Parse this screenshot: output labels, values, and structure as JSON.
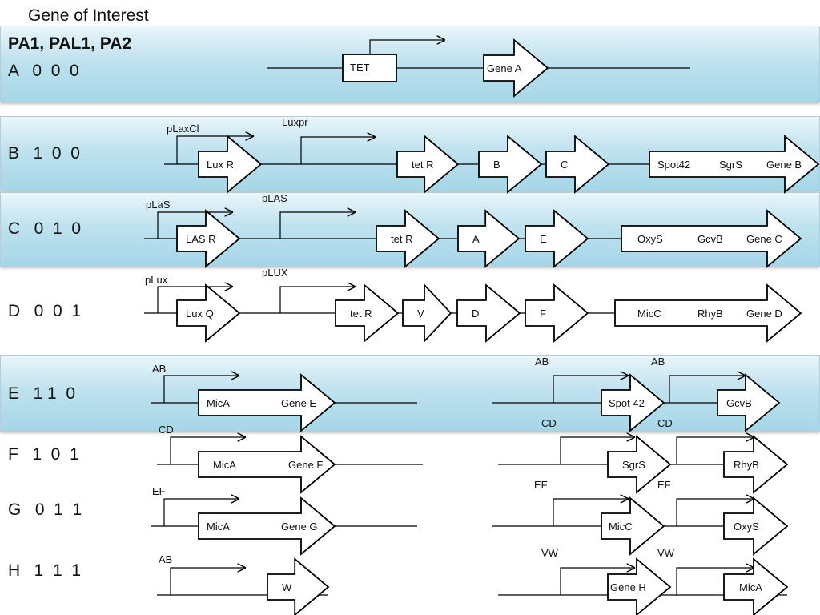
{
  "title": "Gene of Interest",
  "header": "PA1, PAL1, PA2",
  "rows": [
    {
      "label": "A   0  0  0"
    },
    {
      "label": "B   1  0  0"
    },
    {
      "label": "C   0  1  0"
    },
    {
      "label": "D   0  0  1"
    },
    {
      "label": "E   1 1  0"
    },
    {
      "label": "F   1  0  1"
    },
    {
      "label": "G   0  1  1"
    },
    {
      "label": "H   1  1  1"
    }
  ],
  "promoters": {
    "plaxcl": "pLaxCl",
    "luxpr": "Luxpr",
    "plas_small": "pLaS",
    "plas": "pLAS",
    "plux_small": "pLux",
    "plux": "pLUX",
    "ab": "AB",
    "cd": "CD",
    "ef": "EF",
    "vw": "VW"
  },
  "genes": {
    "tet": "TET",
    "gene_a": "Gene A",
    "lux_r": "Lux R",
    "tet_r": "tet R",
    "b": "B",
    "c": "C",
    "spot42": "Spot42",
    "sgrs": "SgrS",
    "gene_b": "Gene B",
    "las_r": "LAS R",
    "a": "A",
    "e": "E",
    "oxys": "OxyS",
    "gcvb": "GcvB",
    "gene_c": "Gene C",
    "lux_q": "Lux Q",
    "v": "V",
    "d": "D",
    "f": "F",
    "micc": "MicC",
    "rhyb": "RhyB",
    "gene_d": "Gene D",
    "mica": "MicA",
    "gene_e": "Gene E",
    "spot_42": "Spot 42",
    "gene_f": "Gene F",
    "gene_g": "Gene G",
    "w": "W",
    "gene_h": "Gene H"
  },
  "colors": {
    "band": "#a6d6e8",
    "line": "#000000"
  }
}
